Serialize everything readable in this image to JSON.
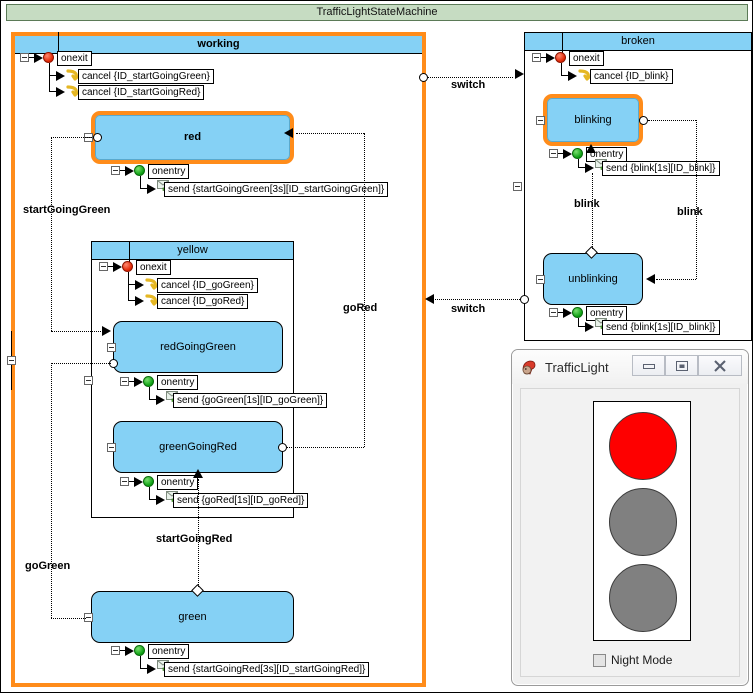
{
  "diagram": {
    "title": "TrafficLightStateMachine",
    "title_bg": "#c6dcc2",
    "state_fill": "#85d1f5",
    "selection_color": "#ff8c1a"
  },
  "working": {
    "name": "working",
    "onexit_label": "onexit",
    "exit_actions": [
      "cancel {ID_startGoingGreen}",
      "cancel {ID_startGoingRed}"
    ]
  },
  "red": {
    "name": "red",
    "onentry_label": "onentry",
    "entry_actions": [
      "send {startGoingGreen[3s][ID_startGoingGreen]}"
    ]
  },
  "yellow": {
    "name": "yellow",
    "onexit_label": "onexit",
    "exit_actions": [
      "cancel {ID_goGreen}",
      "cancel {ID_goRed}"
    ]
  },
  "redGoingGreen": {
    "name": "redGoingGreen",
    "onentry_label": "onentry",
    "entry_actions": [
      "send {goGreen[1s][ID_goGreen]}"
    ]
  },
  "greenGoingRed": {
    "name": "greenGoingRed",
    "onentry_label": "onentry",
    "entry_actions": [
      "send {goRed[1s][ID_goRed]}"
    ]
  },
  "green": {
    "name": "green",
    "onentry_label": "onentry",
    "entry_actions": [
      "send {startGoingRed[3s][ID_startGoingRed]}"
    ]
  },
  "broken": {
    "name": "broken",
    "onexit_label": "onexit",
    "exit_actions": [
      "cancel {ID_blink}"
    ]
  },
  "blinking": {
    "name": "blinking",
    "onentry_label": "onentry",
    "entry_actions": [
      "send {blink[1s][ID_blink]}"
    ]
  },
  "unblinking": {
    "name": "unblinking",
    "onentry_label": "onentry",
    "entry_actions": [
      "send {blink[1s][ID_blink]}"
    ]
  },
  "transitions": {
    "startGoingGreen": "startGoingGreen",
    "goRed": "goRed",
    "startGoingRed": "startGoingRed",
    "goGreen": "goGreen",
    "switch_out": "switch",
    "switch_back": "switch",
    "blink_left": "blink",
    "blink_right": "blink"
  },
  "app": {
    "title": "TrafficLight",
    "minimize": "–",
    "maximize": "□",
    "close": "✕",
    "night_mode_label": "Night Mode",
    "night_mode_checked": false,
    "lamps": [
      {
        "name": "red-lamp",
        "color": "#fe0000",
        "state": "on"
      },
      {
        "name": "yellow-lamp",
        "color": "#808080",
        "state": "off"
      },
      {
        "name": "green-lamp",
        "color": "#808080",
        "state": "off"
      }
    ]
  }
}
